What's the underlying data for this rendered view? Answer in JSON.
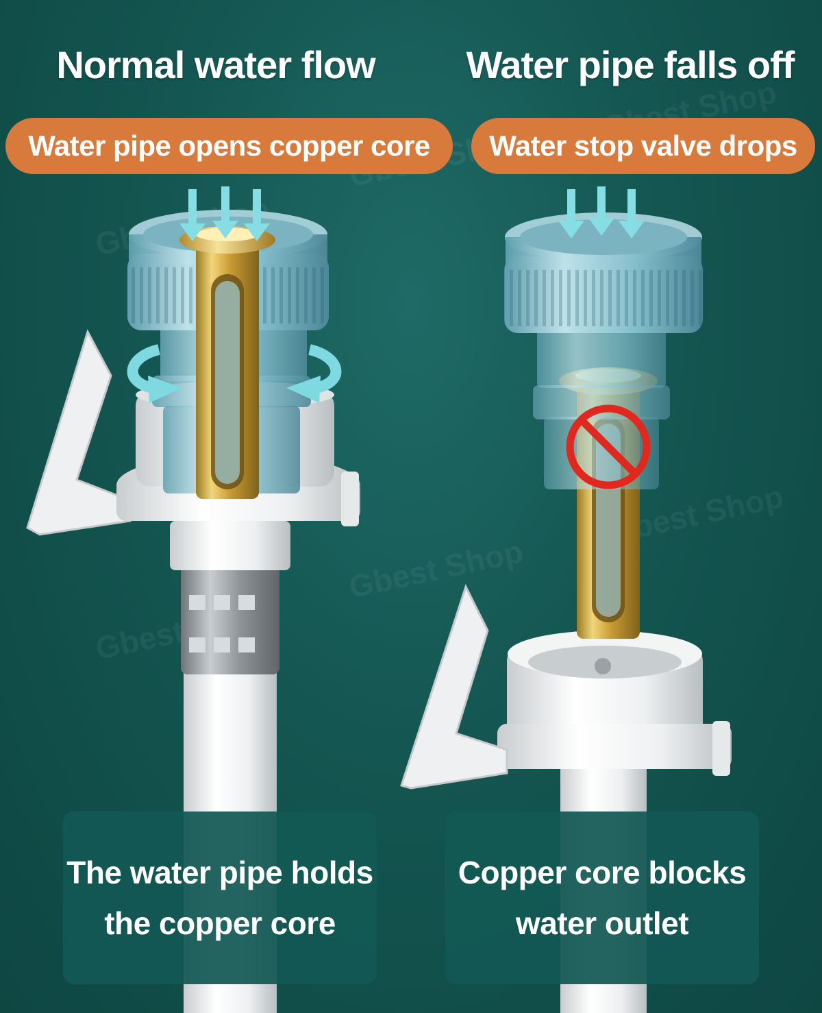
{
  "left_panel": {
    "title": "Normal water flow",
    "badge": "Water pipe opens copper core",
    "caption_line1": "The water pipe holds",
    "caption_line2": "the copper core"
  },
  "right_panel": {
    "title": "Water pipe falls off",
    "badge": "Water stop valve drops",
    "caption_line1": "Copper core blocks",
    "caption_line2": "water outlet"
  },
  "watermark": "Gbest Shop",
  "colors": {
    "background": "#145651",
    "badge": "#d97a3d",
    "caption_box": "#125854",
    "brass": "#d4aa45",
    "prohibited": "#e0281e",
    "arrows": "#7fd9e0"
  },
  "icons": {
    "flow_arrows": "down-arrow-icon",
    "rotate_arrows": "rotate-arrow-icon",
    "blocked": "prohibited-icon"
  }
}
